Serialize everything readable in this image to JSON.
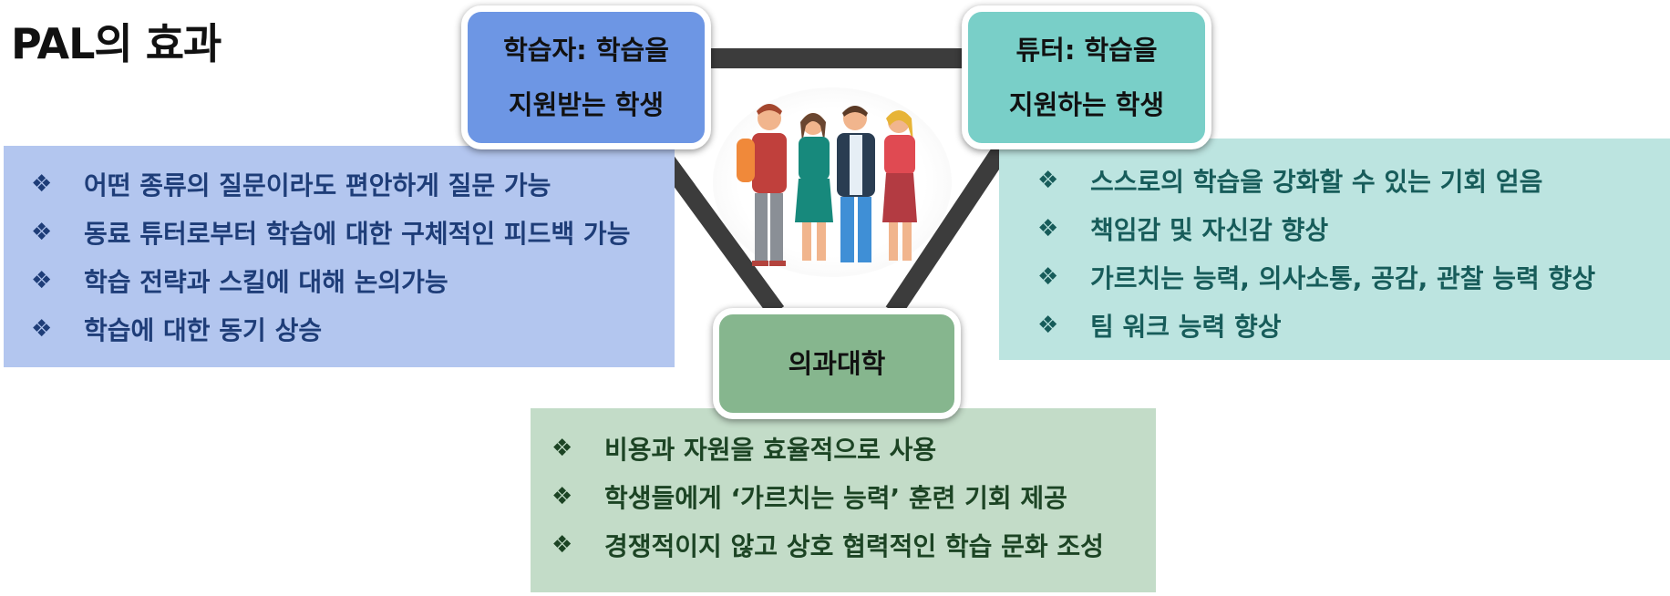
{
  "title": "PAL의 효과",
  "roles": {
    "learner": {
      "line1": "학습자: 학습을",
      "line2": "지원받는 학생"
    },
    "tutor": {
      "line1": "튜터: 학습을",
      "line2": "지원하는 학생"
    },
    "school": {
      "line1": "의과대학"
    }
  },
  "bullet_icon": "❖",
  "panels": {
    "learner": [
      "어떤 종류의 질문이라도 편안하게 질문 가능",
      "동료 튜터로부터 학습에 대한 구체적인 피드백 가능",
      "학습 전략과 스킬에 대해 논의가능",
      "학습에 대한 동기 상승"
    ],
    "tutor": [
      "스스로의 학습을 강화할 수 있는 기회 얻음",
      "책임감 및 자신감 향상",
      "가르치는 능력, 의사소통, 공감, 관찰 능력 향상",
      "팀 워크 능력 향상"
    ],
    "school": [
      "비용과 자원을 효율적으로 사용",
      "학생들에게 ‘가르치는 능력’ 훈련 기회 제공",
      "경쟁적이지 않고 상호 협력적인 학습 문화 조성"
    ]
  },
  "colors": {
    "learner_box": "#6d96e4",
    "learner_panel": "#b3c6ef",
    "tutor_box": "#79cfc8",
    "tutor_panel": "#bce4e0",
    "school_box": "#86b68e",
    "school_panel": "#c3dcc8",
    "connector": "#3c3c3c"
  },
  "illustration": "group-of-four-people"
}
